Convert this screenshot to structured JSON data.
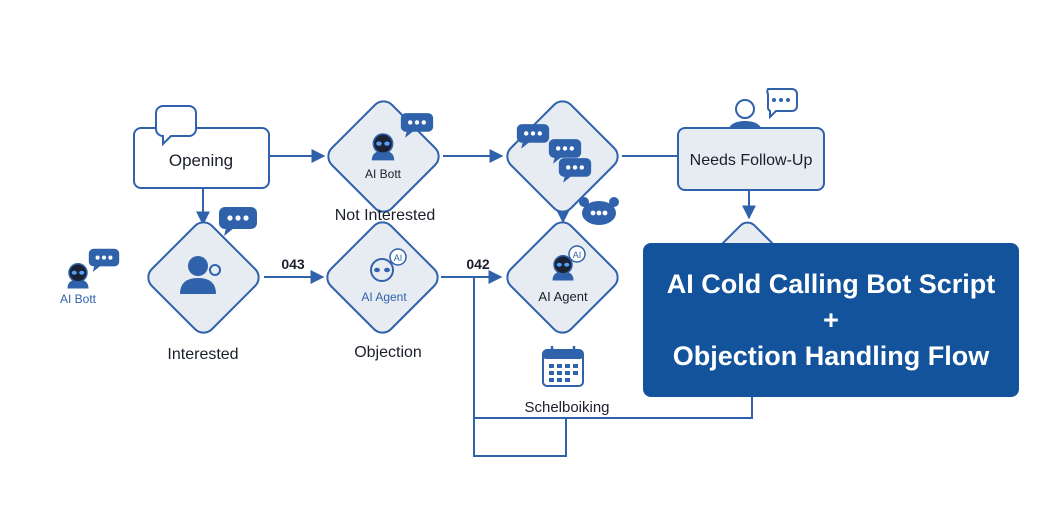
{
  "nodes": {
    "opening": {
      "label": "Opening"
    },
    "ai_bot_top": {
      "label": "AI Bott"
    },
    "not_interested": {
      "label": "Not Interested"
    },
    "needs_follow_up": {
      "label": "Needs Follow-Up"
    },
    "interested": {
      "label": "Interested"
    },
    "objection_agent": {
      "label": "AI Agent"
    },
    "objection": {
      "label": "Objection"
    },
    "ai_agent_right": {
      "label": "AI Agent"
    },
    "scheduling": {
      "label": "Schelboiking"
    },
    "side_bot": {
      "label": "AI Bott"
    }
  },
  "edge_labels": {
    "e1": "043",
    "e2": "042"
  },
  "title": {
    "line1": "AI Cold Calling Bot Script +",
    "line2": "Objection Handling Flow"
  },
  "colors": {
    "accent": "#2f62ab",
    "shape_fill": "#e7ecf3",
    "title_bg": "#13539c",
    "text": "#1a1f2b"
  },
  "icons": [
    "speech-bubble-icon",
    "chat-dots-icon",
    "robot-icon",
    "person-icon",
    "calendar-icon",
    "phone-person-icon"
  ]
}
